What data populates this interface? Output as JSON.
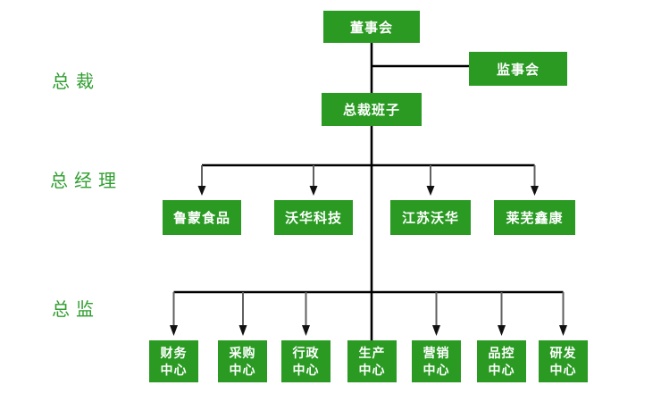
{
  "colors": {
    "node_background": "#2a9a23",
    "node_text": "#ffffff",
    "row_label_text": "#2f9e2f",
    "connector": "#000000",
    "arrow_shaft": "#606060",
    "arrow_head": "#111111"
  },
  "row_labels": [
    {
      "id": "president",
      "label": "总裁"
    },
    {
      "id": "general-manager",
      "label": "总经理"
    },
    {
      "id": "director",
      "label": "总监"
    }
  ],
  "nodes": {
    "board": "董事会",
    "supervisory": "监事会",
    "president_team": "总裁班子",
    "subsidiaries": [
      "鲁蒙食品",
      "沃华科技",
      "江苏沃华",
      "莱芜鑫康"
    ],
    "centers": [
      [
        "财务",
        "中心"
      ],
      [
        "采购",
        "中心"
      ],
      [
        "行政",
        "中心"
      ],
      [
        "生产",
        "中心"
      ],
      [
        "营销",
        "中心"
      ],
      [
        "品控",
        "中心"
      ],
      [
        "研发",
        "中心"
      ]
    ]
  },
  "hierarchy": {
    "board": [
      "supervisory",
      "president_team"
    ],
    "president_team": [
      "subsidiaries",
      "centers"
    ]
  }
}
